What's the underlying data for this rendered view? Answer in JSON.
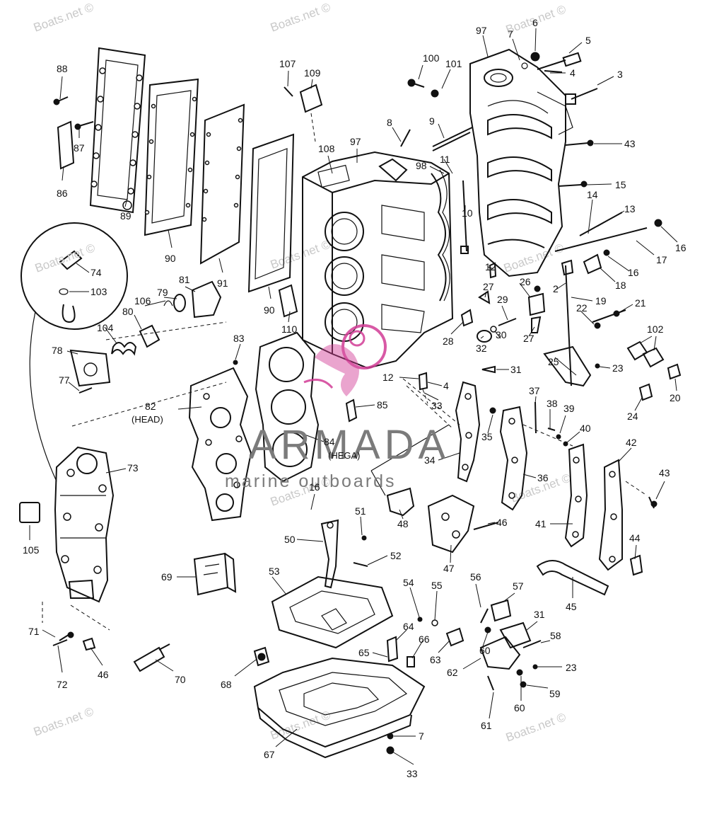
{
  "watermarks": [
    "Boats.net ©",
    "Boats.net ©",
    "Boats.net ©",
    "Boats.net ©",
    "Boats.net ©",
    "Boats.net ©",
    "Boats.net ©",
    "Boats.net ©",
    "Boats.net ©",
    "Boats.net ©"
  ],
  "logo": {
    "brand": "ARMADA",
    "tagline": "marine outboards",
    "accent_color": "#d23d96"
  },
  "annotations": {
    "head": "(HEAD)",
    "hega": "(HEGA)"
  },
  "inset": {
    "watermark": "Boats.net ©"
  },
  "labels": [
    "88",
    "87",
    "86",
    "89",
    "90",
    "91",
    "90",
    "107",
    "109",
    "110",
    "97",
    "108",
    "8",
    "9",
    "98",
    "11",
    "10",
    "100",
    "101",
    "97",
    "7",
    "6",
    "5",
    "4",
    "3",
    "43",
    "15",
    "14",
    "13",
    "16",
    "17",
    "16",
    "18",
    "12",
    "2",
    "26",
    "19",
    "22",
    "21",
    "27",
    "29",
    "28",
    "32",
    "30",
    "27",
    "31",
    "12",
    "4",
    "33",
    "85",
    "25",
    "102",
    "23",
    "20",
    "24",
    "74",
    "103",
    "81",
    "79",
    "106",
    "80",
    "104",
    "78",
    "77",
    "83",
    "82",
    "84",
    "73",
    "105",
    "34",
    "35",
    "37",
    "38",
    "39",
    "40",
    "36",
    "42",
    "43",
    "41",
    "16",
    "51",
    "50",
    "52",
    "48",
    "47",
    "46",
    "44",
    "45",
    "69",
    "53",
    "54",
    "55",
    "56",
    "57",
    "31",
    "58",
    "64",
    "66",
    "65",
    "60",
    "63",
    "62",
    "23",
    "59",
    "60",
    "61",
    "68",
    "67",
    "7",
    "33",
    "71",
    "72",
    "46",
    "70"
  ]
}
